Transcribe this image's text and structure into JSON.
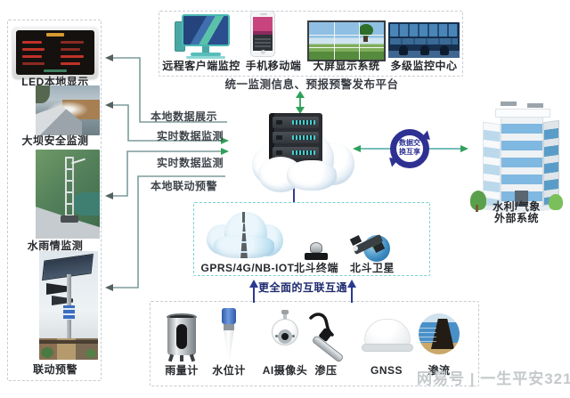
{
  "left_panel": {
    "items": [
      {
        "label": "LED本地显示"
      },
      {
        "label": "大坝安全监测"
      },
      {
        "label": "水雨情监测"
      },
      {
        "label": "联动预警"
      }
    ]
  },
  "top_panel": {
    "items": [
      {
        "label": "远程客户端监控"
      },
      {
        "label": "手机移动端"
      },
      {
        "label": "大屏显示系统"
      },
      {
        "label": "多级监控中心"
      }
    ],
    "platform_caption": "统一监测信息、预报预警发布平台"
  },
  "flows": {
    "labels": [
      "本地数据展示",
      "实时数据监测",
      "实时数据监测",
      "本地联动预警"
    ]
  },
  "center": {
    "exchange": {
      "line1": "数据交",
      "line2": "换互享"
    }
  },
  "right_panel": {
    "label_line1": "水利/气象",
    "label_line2": "外部系统"
  },
  "comms_panel": {
    "items": [
      {
        "label": "GPRS/4G/NB-IOT"
      },
      {
        "label": "北斗终端"
      },
      {
        "label": "北斗卫星"
      }
    ],
    "caption": "更全面的互联互通"
  },
  "sensors_panel": {
    "items": [
      {
        "label": "雨量计"
      },
      {
        "label": "水位计"
      },
      {
        "label": "AI摄像头"
      },
      {
        "label": "渗压"
      },
      {
        "label": "GNSS"
      },
      {
        "label": "渗流"
      }
    ]
  },
  "watermark": {
    "text": "网易号 | 一生平安321"
  },
  "colors": {
    "connector_line": "#7f9c9c",
    "arrow_green": "#2fa05a",
    "arrow_navy": "#2b3990",
    "exchange_navy": "#2e3192",
    "dashed_gray": "#c6ccd2",
    "dashed_teal": "#7fd0d0"
  }
}
